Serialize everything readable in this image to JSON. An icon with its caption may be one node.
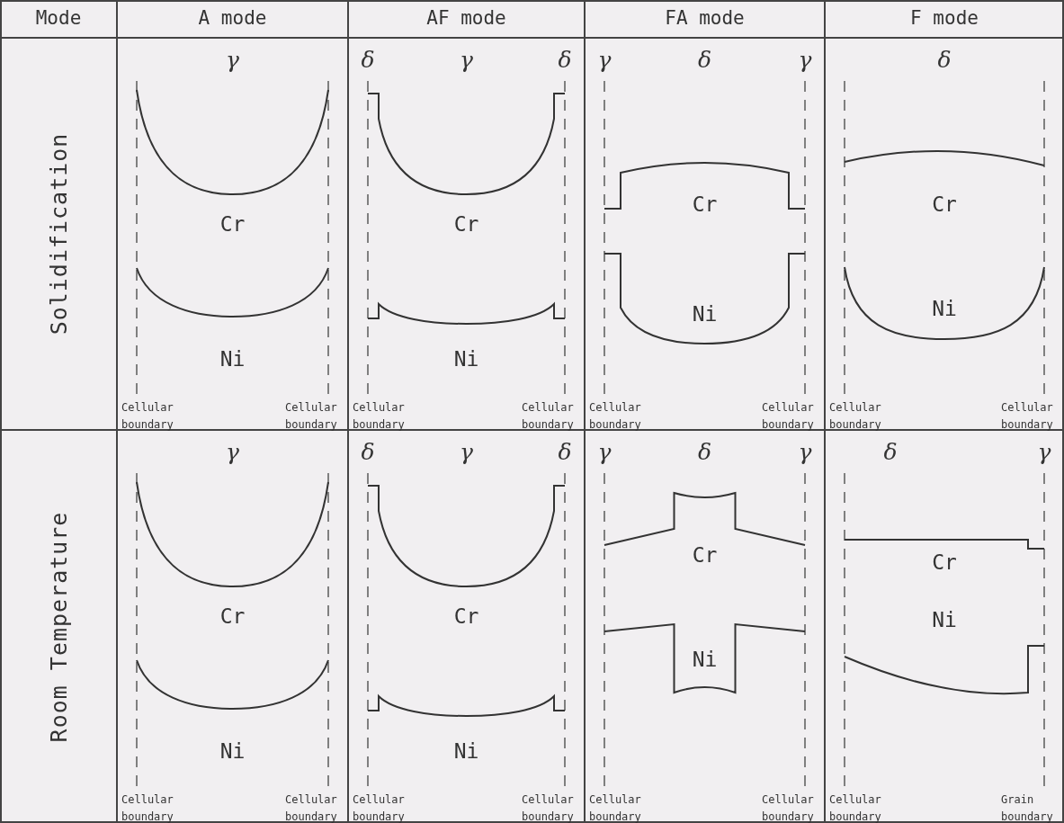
{
  "diagram": {
    "labels": [
      "Mode",
      "A mode",
      "AF mode",
      "FA mode",
      "F mode",
      "Solidification",
      "γ",
      "Cr",
      "Ni",
      "Cellular boundary",
      "Cellular boundary",
      "δ",
      "γ",
      "δ",
      "Cr",
      "Ni",
      "Cellular boundary",
      "Cellular boundary",
      "γ",
      "δ",
      "γ",
      "Cr",
      "Ni",
      "Cellular boundary",
      "Cellular boundary",
      "δ",
      "Cr",
      "Ni",
      "Cellular boundary",
      "Cellular boundary",
      "Room Temperature",
      "γ",
      "Cr",
      "Ni",
      "Cellular boundary",
      "Cellular boundary",
      "δ",
      "γ",
      "δ",
      "Cr",
      "Ni",
      "Cellular boundary",
      "Cellular boundary",
      "γ",
      "δ",
      "γ",
      "Cr",
      "Ni",
      "Cellular boundary",
      "Cellular boundary",
      "δ",
      "γ",
      "Cr",
      "Ni",
      "Cellular boundary",
      "Grain boundary"
    ]
  }
}
